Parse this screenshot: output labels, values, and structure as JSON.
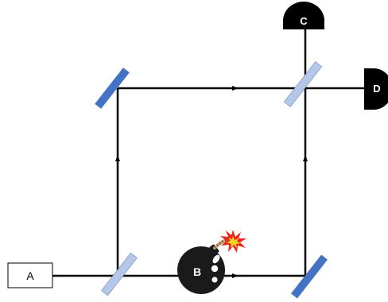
{
  "source": {
    "label": "A"
  },
  "bomb": {
    "label": "B"
  },
  "detectors": [
    {
      "id": "C",
      "label": "C"
    },
    {
      "id": "D",
      "label": "D"
    }
  ],
  "colors": {
    "beam": "#000000",
    "mirror_full": "#4472C4",
    "mirror_split": "#B4C7E7",
    "detector": "#000000",
    "detector_text": "#ffffff",
    "bomb_body": "#1a1a1a",
    "spark_outer": "#E8281E",
    "spark_inner": "#FFD21E"
  }
}
